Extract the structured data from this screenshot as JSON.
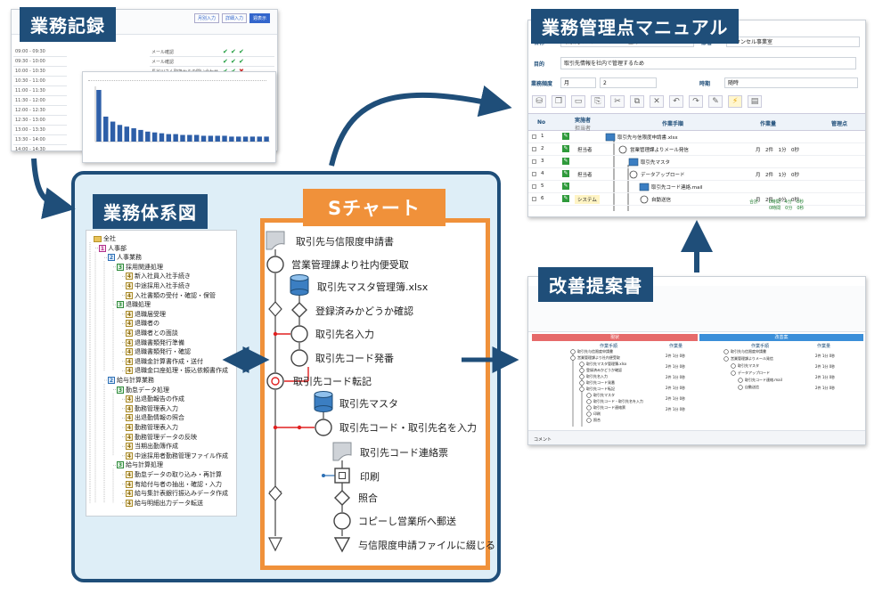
{
  "titles": {
    "work_record": "業務記録",
    "system_map": "業務体系図",
    "s_chart": "Sチャート",
    "manual": "業務管理点マニュアル",
    "proposal": "改善提案書"
  },
  "work_record": {
    "header_btns": [
      "月別入力",
      "詳細入力",
      "週表示"
    ],
    "times": [
      "09:00 - 09:30",
      "09:30 - 10:00",
      "10:00 - 10:30",
      "10:30 - 11:00",
      "11:00 - 11:30",
      "11:30 - 12:00",
      "12:00 - 12:30",
      "12:30 - 13:00",
      "13:00 - 13:30",
      "13:30 - 14:00",
      "14:00 - 14:30"
    ],
    "task_rows": [
      "メール確認",
      "メール確認",
      "長谷川さん取扱からの問い合わせ"
    ],
    "chart_values": [
      62,
      30,
      24,
      20,
      18,
      16,
      14,
      12,
      11,
      10,
      9,
      9,
      8,
      8,
      8,
      7,
      7,
      7,
      7,
      6,
      6,
      6,
      6,
      6,
      6
    ]
  },
  "tree": [
    {
      "lv": 0,
      "badge": "",
      "label": "全社"
    },
    {
      "lv": 1,
      "badge": "1",
      "label": "人事部"
    },
    {
      "lv": 2,
      "badge": "2",
      "label": "人事業務"
    },
    {
      "lv": 3,
      "badge": "3",
      "label": "採用関連処理"
    },
    {
      "lv": 4,
      "badge": "4",
      "label": "新入社員入社手続き"
    },
    {
      "lv": 4,
      "badge": "4",
      "label": "中途採用入社手続き"
    },
    {
      "lv": 4,
      "badge": "4",
      "label": "入社書類の受付・確認・保管"
    },
    {
      "lv": 3,
      "badge": "3",
      "label": "退職処理"
    },
    {
      "lv": 4,
      "badge": "4",
      "label": "退職届受理"
    },
    {
      "lv": 4,
      "badge": "4",
      "label": "退職者の"
    },
    {
      "lv": 4,
      "badge": "4",
      "label": "退職者との面談"
    },
    {
      "lv": 4,
      "badge": "4",
      "label": "退職書類発行準備"
    },
    {
      "lv": 4,
      "badge": "4",
      "label": "退職書類発行・確認"
    },
    {
      "lv": 4,
      "badge": "4",
      "label": "退職金計算書作成・送付"
    },
    {
      "lv": 4,
      "badge": "4",
      "label": "退職金口座処理・振込依頼書作成"
    },
    {
      "lv": 2,
      "badge": "2",
      "label": "給与計算業務"
    },
    {
      "lv": 3,
      "badge": "3",
      "label": "勤怠データ処理"
    },
    {
      "lv": 4,
      "badge": "4",
      "label": "出退勤報告の作成"
    },
    {
      "lv": 4,
      "badge": "4",
      "label": "勤務管理表入力"
    },
    {
      "lv": 4,
      "badge": "4",
      "label": "出退勤情報の照合"
    },
    {
      "lv": 4,
      "badge": "4",
      "label": "勤務管理表入力"
    },
    {
      "lv": 4,
      "badge": "4",
      "label": "勤務管理データの反映"
    },
    {
      "lv": 4,
      "badge": "4",
      "label": "当期出勤簿作成"
    },
    {
      "lv": 4,
      "badge": "4",
      "label": "中途採用者勤務管理ファイル作成"
    },
    {
      "lv": 3,
      "badge": "3",
      "label": "給与計算処理"
    },
    {
      "lv": 4,
      "badge": "4",
      "label": "勤怠データの取り込み・再計算"
    },
    {
      "lv": 4,
      "badge": "4",
      "label": "有給付与者の抽出・確認・入力"
    },
    {
      "lv": 4,
      "badge": "4",
      "label": "給与集計表銀行振込みデータ作成"
    },
    {
      "lv": 4,
      "badge": "4",
      "label": "給与明細出力データ転送"
    }
  ],
  "s_chart_steps": [
    "取引先与信限度申請書",
    "営業管理課より社内便受取",
    "取引先マスタ管理簿.xlsx",
    "登録済みかどうか確認",
    "取引先名入力",
    "取引先コード発番",
    "取引先コード転記",
    "取引先マスタ",
    "取引先コード・取引先名を入力",
    "取引先コード連絡票",
    "印刷",
    "照合",
    "コピーし営業所へ郵送",
    "与信限度申請ファイルに綴じる"
  ],
  "manual": {
    "name_label": "名称",
    "name_value": "取引先マスターへのコード登録",
    "dept_label": "部署",
    "dept_value": "カウンセル事業室",
    "purpose_label": "目的",
    "purpose_value": "取引先情報を社内で管理するため",
    "freq_label": "業務頻度",
    "freq_unit": "月",
    "freq_count": "2",
    "timing_label": "時期",
    "timing_value": "随時",
    "col_no": "No",
    "col_person": "実施者",
    "col_person_sub": "担当者",
    "col_steps": "作業手順",
    "col_amount": "作業量",
    "col_point": "管理点",
    "rows": [
      {
        "no": "1",
        "person": "",
        "step": "取引先与信限度申請書.xlsx",
        "amount": ""
      },
      {
        "no": "2",
        "person": "担当者",
        "step": "営業管理課よりメール発信",
        "amount": "月　2件　1分　0秒"
      },
      {
        "no": "3",
        "person": "",
        "step": "取引先マスタ",
        "amount": ""
      },
      {
        "no": "4",
        "person": "担当者",
        "step": "データアップロード",
        "amount": "月　2件　1分　0秒"
      },
      {
        "no": "5",
        "person": "",
        "step": "取引先コード連絡.mail",
        "amount": ""
      },
      {
        "no": "6",
        "person": "システム",
        "step": "自動送信",
        "amount": "月　2件　0分　0秒"
      }
    ],
    "total_label": "合計",
    "total_value1": "0時間　4分　0秒",
    "total_value2": "0時間　0分　0秒"
  },
  "proposal": {
    "head_left": "現状",
    "head_right": "改善案",
    "col_steps": "作業手順",
    "col_amount": "作業量",
    "amount_values": [
      "2件 1分 0秒",
      "2件 1分 0秒",
      "2件 1分 0秒",
      "2件 1分 0秒",
      "2件 1分 0秒",
      "2件 1分 0秒"
    ],
    "steps_left": [
      "取引先与信限度申請書",
      "営業管理課より社内便受取",
      "取引先マスタ管理簿.xlsx",
      "登録済みかどうか確認",
      "取引先名入力",
      "取引先コード発番",
      "取引先コード転記",
      "取引先マスタ",
      "取引先コード・取引先名を入力",
      "取引先コード連絡票",
      "印刷",
      "照合"
    ],
    "steps_right": [
      "取引先与信限度申請書",
      "営業管理課よりメール発信",
      "取引先マスタ",
      "データアップロード",
      "取引先コード連絡.mail",
      "自動送信"
    ],
    "footer": "コメント"
  },
  "colors": {
    "navy": "#1f4e79",
    "orange": "#f0913a",
    "red": "#e02020",
    "check": "#1a9a3a"
  }
}
